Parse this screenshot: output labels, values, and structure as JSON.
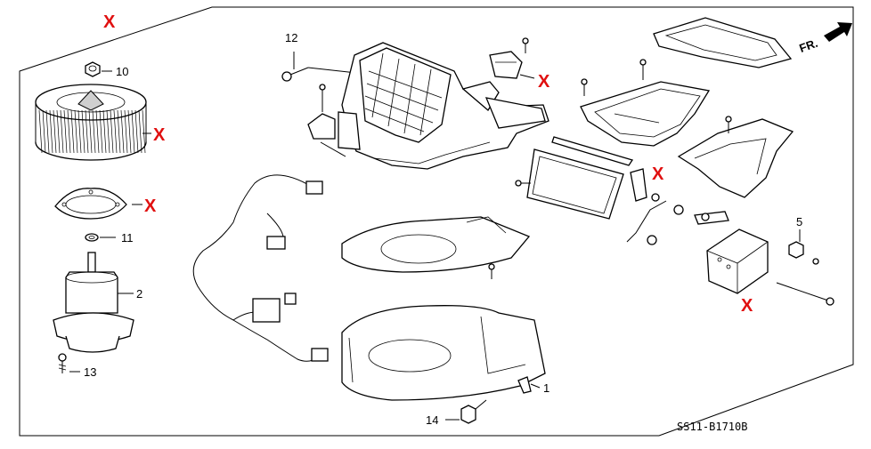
{
  "diagram": {
    "code": "SS11-B1710B",
    "front_label": "FR.",
    "remove_mark": "X",
    "callouts": {
      "c1": "1",
      "c2": "2",
      "c5": "5",
      "c10": "10",
      "c11": "11",
      "c12": "12",
      "c13": "13",
      "c14": "14"
    },
    "colors": {
      "line": "#000000",
      "mark": "#e01010"
    }
  }
}
